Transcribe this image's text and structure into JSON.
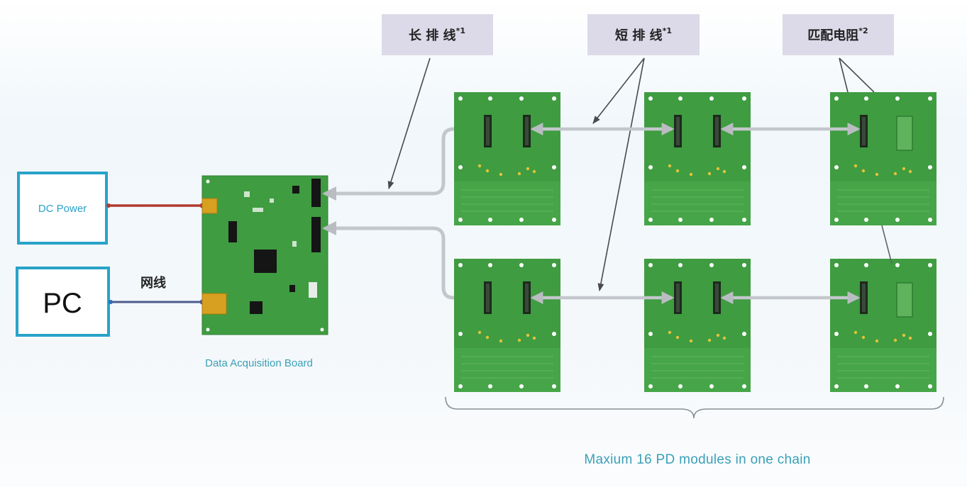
{
  "callouts": [
    {
      "text": "长 排 线",
      "sup": "*1"
    },
    {
      "text": "短 排 线",
      "sup": "*1"
    },
    {
      "text": "匹配电阻",
      "sup": "*2"
    }
  ],
  "dc_power": {
    "label": "DC Power"
  },
  "pc": {
    "label": "PC"
  },
  "cable_label": "网线",
  "board": {
    "label": "Data Acquisition Board"
  },
  "caption": "Maxium 16 PD modules in one chain",
  "colors": {
    "accent": "#29a3c9",
    "board": "#3f9c41",
    "power": "#b33a2e",
    "net": "#4d5a8c",
    "callout": "#dcdae8"
  }
}
